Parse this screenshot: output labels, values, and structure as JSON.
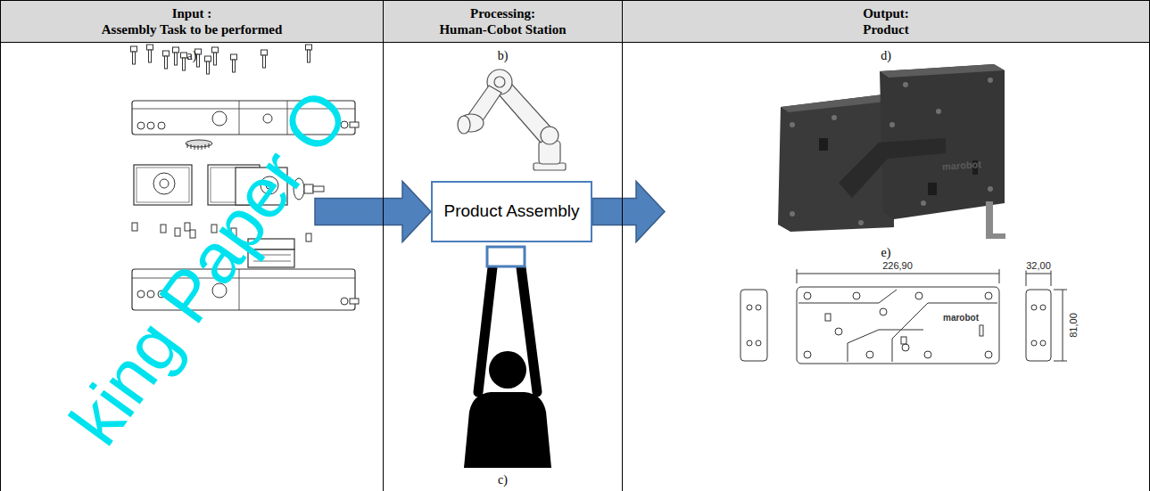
{
  "diagram": {
    "nodes": [
      {
        "text": [
          "Input :",
          "Assembly Task to be performed"
        ]
      },
      {
        "text": [
          "Processing:",
          "Human-Cobot Station"
        ]
      },
      {
        "text": [
          "Output:",
          "Product"
        ]
      },
      {
        "text": [
          "a)"
        ]
      },
      {
        "text": [
          "b)",
          "c)"
        ]
      },
      {
        "text": [
          "Product Assembly"
        ],
        "in": 4
      },
      {
        "text": [
          "d)",
          "e)"
        ]
      }
    ],
    "edges": [
      {
        "from": 3,
        "to": 5,
        "arrow": "to"
      },
      {
        "from": 5,
        "to": 6,
        "arrow": "to"
      }
    ],
    "labels": [
      "marobot",
      "226,90",
      "32,00",
      "81,00",
      "marobot",
      "king Paper O"
    ]
  }
}
